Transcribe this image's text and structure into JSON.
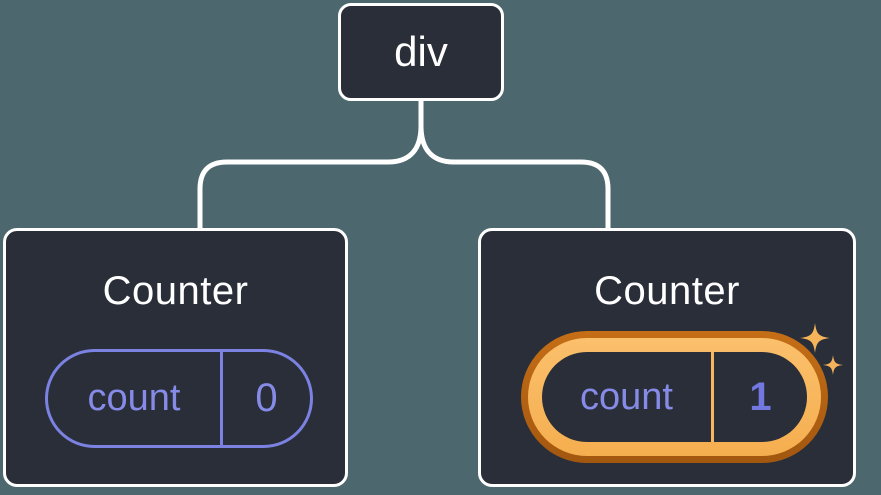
{
  "diagram": {
    "root_node": {
      "label": "div"
    },
    "cards": [
      {
        "title": "Counter",
        "state": {
          "key": "count",
          "value": "0"
        },
        "highlighted": false
      },
      {
        "title": "Counter",
        "state": {
          "key": "count",
          "value": "1"
        },
        "highlighted": true
      }
    ],
    "icons": [
      {
        "name": "sparkle-icon-large"
      },
      {
        "name": "sparkle-icon-small"
      }
    ],
    "colors": {
      "background": "#4D676E",
      "node_fill": "#292E38",
      "line": "#FFFFFF",
      "accent_purple": "#7C82E2",
      "accent_amber": "#F8B75C",
      "accent_amber_dark": "#B35E10",
      "sparkle": "#F6B45A"
    }
  }
}
